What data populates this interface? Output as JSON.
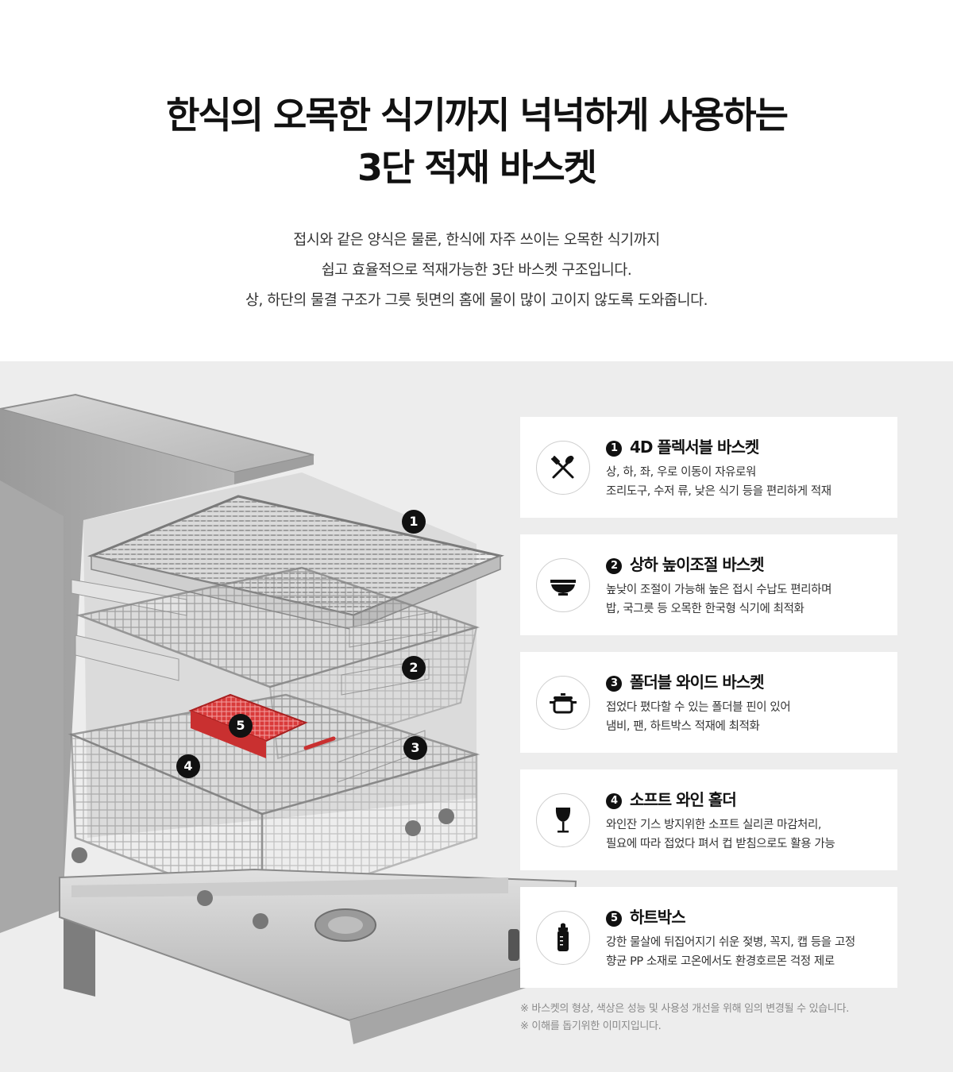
{
  "headline": {
    "line1": "한식의 오목한 식기까지 넉넉하게 사용하는",
    "line2": "3단 적재 바스켓"
  },
  "description": [
    "접시와 같은 양식은 물론, 한식에 자주 쓰이는 오목한 식기까지",
    "쉽고 효율적으로 적재가능한 3단 바스켓 구조입니다.",
    "상, 하단의 물결 구조가 그릇 뒷면의 홈에 물이 많이 고이지 않도록 도와줍니다."
  ],
  "markers": [
    "1",
    "2",
    "3",
    "4",
    "5"
  ],
  "features": [
    {
      "num": "1",
      "title": "4D 플렉서블 바스켓",
      "line1": "상, 하, 좌, 우로 이동이 자유로워",
      "line2": "조리도구, 수저 류, 낮은 식기 등을 편리하게 적재",
      "icon": "utensils-icon"
    },
    {
      "num": "2",
      "title": "상하 높이조절 바스켓",
      "line1": "높낮이 조절이 가능해 높은 접시 수납도 편리하며",
      "line2": "밥, 국그릇 등 오목한 한국형 식기에 최적화",
      "icon": "bowl-icon"
    },
    {
      "num": "3",
      "title": "폴더블 와이드 바스켓",
      "line1": "접었다 폈다할 수 있는 폴더블 핀이 있어",
      "line2": "냄비, 팬, 하트박스 적재에 최적화",
      "icon": "pot-icon"
    },
    {
      "num": "4",
      "title": "소프트 와인 홀더",
      "line1": "와인잔 기스 방지위한 소프트 실리콘 마감처리,",
      "line2": "필요에 따라 접었다 펴서 컵 받침으로도 활용 가능",
      "icon": "wine-glass-icon"
    },
    {
      "num": "5",
      "title": "하트박스",
      "line1": "강한 물살에 뒤집어지기 쉬운 젖병, 꼭지, 캡 등을 고정",
      "line2": "향균 PP 소재로 고온에서도 환경호르몬 걱정 제로",
      "icon": "baby-bottle-icon"
    }
  ],
  "notes": [
    "※  바스켓의 형상, 색상은 성능 및 사용성 개선을 위해 임의 변경될 수 있습니다.",
    "※  이해를 돕기위한 이미지입니다."
  ],
  "colors": {
    "background_lower": "#ededed",
    "card": "#ffffff",
    "marker": "#111111",
    "accent_red": "#d93a3a"
  }
}
